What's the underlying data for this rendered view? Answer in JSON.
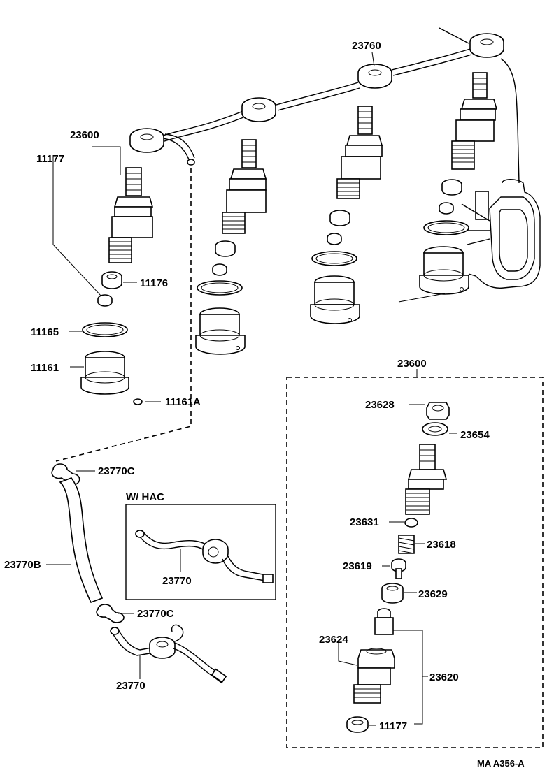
{
  "labels": {
    "p23760": "23760",
    "p23600_top": "23600",
    "p11177_top": "11177",
    "p11176": "11176",
    "p11165": "11165",
    "p11161": "11161",
    "p11161A": "11161A",
    "p23770C_top": "23770C",
    "p23770B": "23770B",
    "p23770C_bottom": "23770C",
    "p23770_bottom": "23770",
    "whac_title": "W/ HAC",
    "p23770_hac": "23770",
    "p23600_box": "23600",
    "p23628": "23628",
    "p23654": "23654",
    "p23631": "23631",
    "p23618": "23618",
    "p23619": "23619",
    "p23629": "23629",
    "p23624": "23624",
    "p23620": "23620",
    "p11177_box": "11177",
    "figure_code": "MA  A356-A"
  }
}
